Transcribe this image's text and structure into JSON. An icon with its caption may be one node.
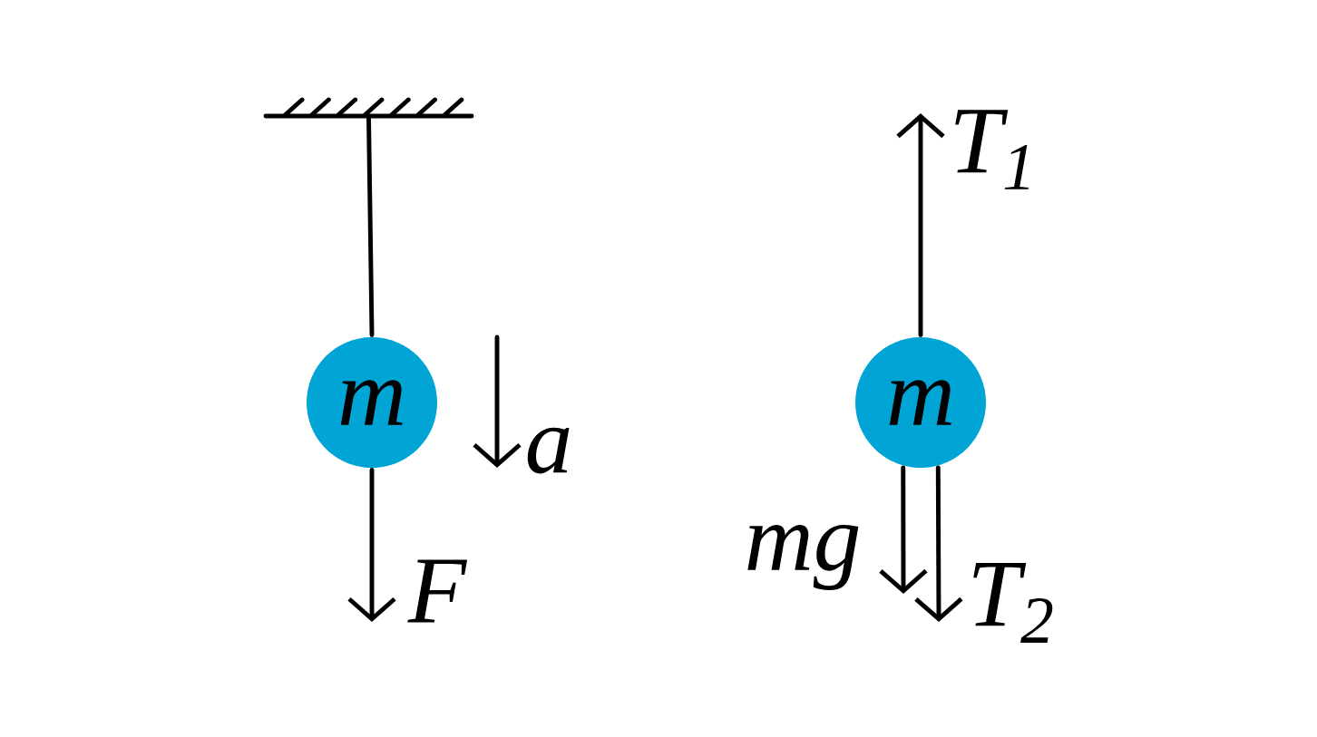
{
  "diagram": {
    "nodes": [
      {
        "text": [],
        "shape": "bar"
      },
      {
        "text": [
          "m"
        ]
      },
      {
        "text": [
          "m"
        ]
      }
    ],
    "edges": [
      {
        "from": 0,
        "to": 1,
        "arrow": "none"
      },
      {
        "from": 1,
        "to": null,
        "arrow": "to",
        "label": "F"
      },
      {
        "from": 2,
        "to": null,
        "arrow": "to",
        "label": "T$_{1}$"
      },
      {
        "from": 2,
        "to": null,
        "arrow": "to",
        "label": "mg"
      },
      {
        "from": 2,
        "to": null,
        "arrow": "to",
        "label": "T$_{2}$"
      }
    ],
    "labels": [
      "a"
    ]
  }
}
